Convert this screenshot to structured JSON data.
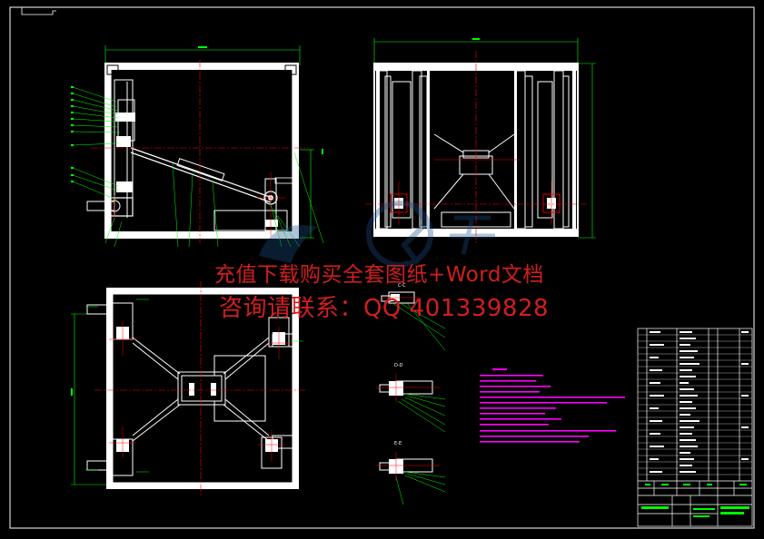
{
  "watermark": {
    "line1": "充值下载购买全套图纸+Word文档",
    "line2": "咨询请联系：QQ 401339828"
  },
  "section_labels": {
    "c_c": "C-C",
    "d_d": "D-D",
    "e_e": "E-E"
  },
  "views": {
    "front": "front-view",
    "side": "side-view",
    "top": "top-view"
  },
  "colors": {
    "background": "#000000",
    "outline": "#ffffff",
    "center_line": "#ff0000",
    "dimension": "#00ff00",
    "notes": "#ff00ff",
    "watermark": "#d21e1e"
  }
}
